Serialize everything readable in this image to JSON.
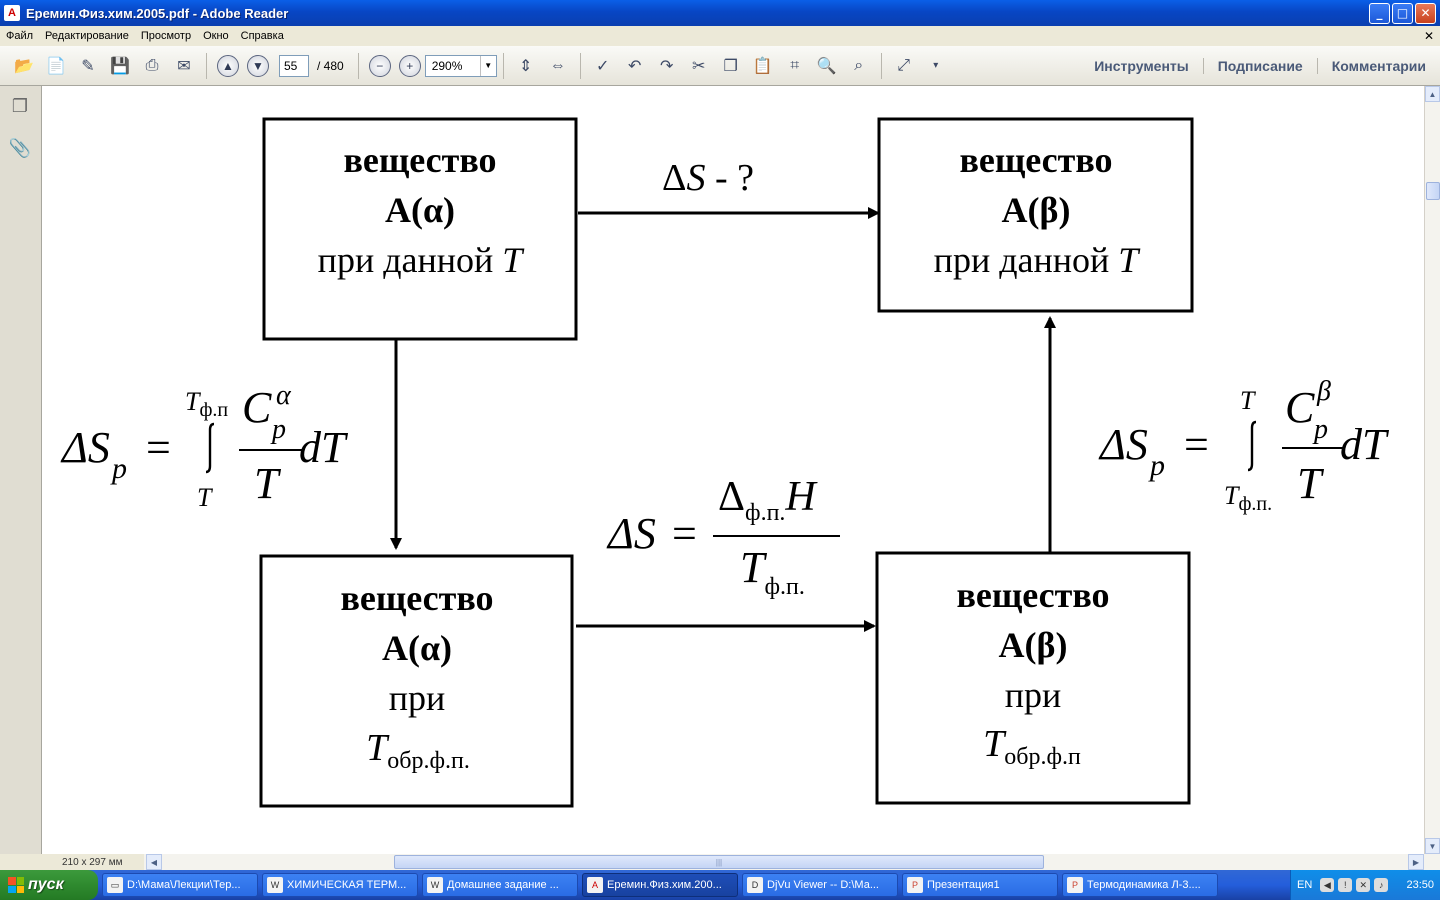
{
  "window": {
    "title": "Еремин.Физ.хим.2005.pdf - Adobe Reader",
    "app_icon": "pdf-icon",
    "controls": {
      "minimize": "_",
      "maximize": "□",
      "close": "✕"
    }
  },
  "menu": {
    "items": [
      "Файл",
      "Редактирование",
      "Просмотр",
      "Окно",
      "Справка"
    ],
    "doc_close": "✕"
  },
  "toolbar": {
    "page_current": "55",
    "page_total": "/ 480",
    "zoom": "290%",
    "right_links": [
      "Инструменты",
      "Подписание",
      "Комментарии"
    ]
  },
  "status": {
    "page_size": "210 x 297 мм"
  },
  "diagram": {
    "box_top_left": {
      "line1": "вещество",
      "line2": "А(α)",
      "line3": "при данной ",
      "var": "T"
    },
    "box_top_right": {
      "line1": "вещество",
      "line2": "А(β)",
      "line3": "при данной ",
      "var": "T"
    },
    "box_bottom_left": {
      "line1": "вещество",
      "line2": "А(α)",
      "line3": "при",
      "var": "T",
      "sub": "обр.ф.п",
      "dot": "."
    },
    "box_bottom_right": {
      "line1": "вещество",
      "line2": "А(β)",
      "line3": "при",
      "var": "T",
      "sub": "обр.ф.п"
    },
    "top_arrow_label": {
      "delta": "Δ",
      "var": "S",
      "suffix": " - ?"
    },
    "left_formula": {
      "lhs": "ΔS",
      "lhs_sub": "p",
      "eq": "=",
      "upper": "T",
      "upper_sub": "ф.п",
      "lower": "T",
      "num": "C",
      "num_sup": "α",
      "num_sub": "p",
      "den": "T",
      "dT": "dT"
    },
    "right_formula": {
      "lhs": "ΔS",
      "lhs_sub": "p",
      "eq": "=",
      "upper": "T",
      "lower": "T",
      "lower_sub": "ф.п.",
      "num": "C",
      "num_sup": "β",
      "num_sub": "p",
      "den": "T",
      "dT": "dT"
    },
    "middle_formula": {
      "lhs": "ΔS",
      "eq": "=",
      "num_delta": "Δ",
      "num_sub": "ф.п.",
      "num_var": "H",
      "den": "T",
      "den_sub": "ф.п."
    }
  },
  "taskbar": {
    "start_label": "пуск",
    "tasks": [
      {
        "label": "D:\\Мама\\Лекции\\Тер...",
        "icon": "folder-icon",
        "active": false
      },
      {
        "label": "ХИМИЧЕСКАЯ ТЕРМ...",
        "icon": "word-icon",
        "active": false
      },
      {
        "label": "Домашнее задание ...",
        "icon": "word-icon",
        "active": false
      },
      {
        "label": "Еремин.Физ.хим.200...",
        "icon": "pdf-icon",
        "active": true
      },
      {
        "label": "DjVu Viewer -- D:\\Ма...",
        "icon": "djvu-icon",
        "active": false
      },
      {
        "label": "Презентация1",
        "icon": "powerpoint-icon",
        "active": false
      },
      {
        "label": "Термодинамика Л-3....",
        "icon": "powerpoint-icon",
        "active": false
      }
    ],
    "language": "EN",
    "clock": "23:50"
  }
}
